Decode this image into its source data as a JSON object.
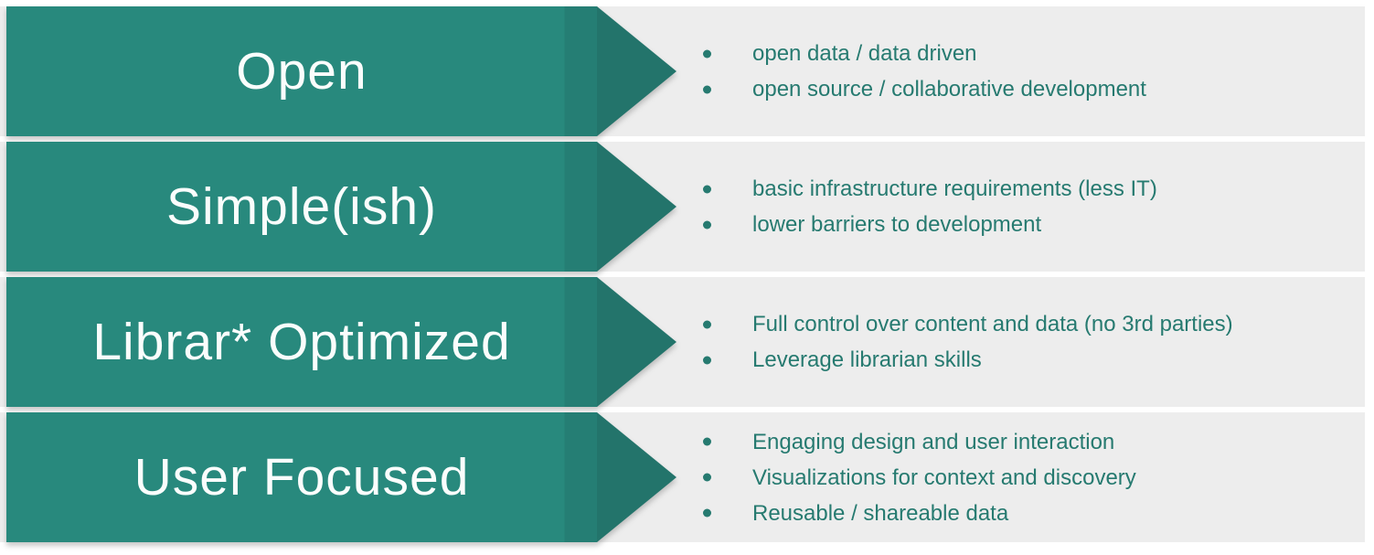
{
  "slide": {
    "type": "process-arrow-list",
    "rows": [
      {
        "label": "Open",
        "bullets": [
          "open data / data driven",
          "open source / collaborative development"
        ]
      },
      {
        "label": "Simple(ish)",
        "bullets": [
          "basic infrastructure requirements (less IT)",
          "lower barriers to development"
        ]
      },
      {
        "label": "Librar* Optimized",
        "bullets": [
          "Full control over content and data (no 3rd parties)",
          "Leverage librarian skills"
        ]
      },
      {
        "label": "User Focused",
        "bullets": [
          "Engaging design and user interaction",
          "Visualizations for context and discovery",
          "Reusable / shareable data"
        ]
      }
    ]
  },
  "colors": {
    "arrow_body": "#28897D",
    "arrow_body_edge": "#257E74",
    "arrow_head": "#23746B",
    "row_background": "#EDEDED",
    "bullet_text": "#267A70",
    "label_text": "#FAFDFC",
    "page_background": "#FFFFFF"
  }
}
